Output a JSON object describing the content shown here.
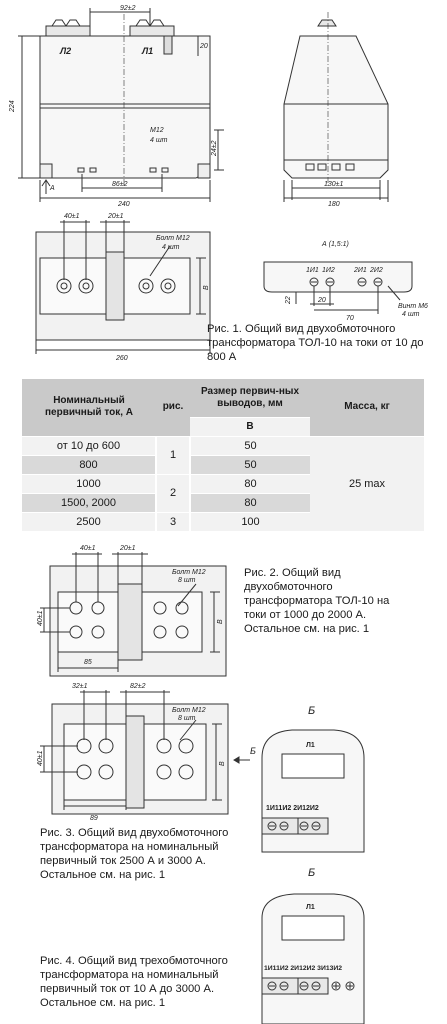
{
  "fig1": {
    "dim_top": "92±2",
    "label_l2": "Л2",
    "label_l1": "Л1",
    "dim_20": "20",
    "dim_height": "224",
    "dim_m12": "М12",
    "dim_4sht": "4 шт",
    "dim_24": "24±2",
    "view_a": "А",
    "dim_86": "86±2",
    "dim_240": "240",
    "dim_130": "130±1",
    "dim_180": "180",
    "dim_40": "40±1",
    "dim_20b": "20±1",
    "bolt": "Болт М12",
    "bolt_qty": "4 шт",
    "dim_b": "В",
    "dim_260": "260",
    "view_title": "А (1,5:1)",
    "terms": [
      "1И1",
      "1И2",
      "2И1",
      "2И2"
    ],
    "dim_22": "22",
    "dim_20c": "20",
    "dim_70": "70",
    "screw": "Винт М6",
    "screw_qty": "4 шт",
    "caption": "Рис. 1. Общий вид двухобмоточного трансформатора ТОЛ-10 на токи от 10 до 800 А"
  },
  "table": {
    "h_current": "Номинальный первичный ток, А",
    "h_fig": "рис.",
    "h_size": "Размер первич-ных выводов, мм",
    "h_b": "В",
    "h_mass": "Масса, кг",
    "rows": [
      {
        "current": "от 10 до 600",
        "b": "50"
      },
      {
        "current": "800",
        "b": "50"
      },
      {
        "current": "1000",
        "b": "80"
      },
      {
        "current": "1500, 2000",
        "b": "80"
      },
      {
        "current": "2500",
        "b": "100"
      }
    ],
    "fig_nums": [
      "1",
      "2",
      "3"
    ],
    "mass": "25 max"
  },
  "fig2": {
    "dim_40": "40±1",
    "dim_20": "20±1",
    "bolt": "Болт М12",
    "bolt_qty": "8 шт",
    "dim_40v": "40±1",
    "dim_85": "85",
    "dim_b": "В",
    "caption": "Рис. 2. Общий вид двухобмоточного трансформатора ТОЛ-10 на токи от 1000 до 2000 А. Остальное см. на рис. 1"
  },
  "fig3": {
    "dim_32": "32±1",
    "dim_82": "82±2",
    "bolt": "Болт М12",
    "bolt_qty": "8 шт",
    "dim_40v": "40±1",
    "dim_89": "89",
    "dim_b": "В",
    "view_b": "Б",
    "caption": "Рис. 3. Общий вид двухобмоточного трансформатора на номинальный первичный ток 2500 А и 3000 А. Остальное см. на рис. 1"
  },
  "panel1": {
    "view": "Б",
    "title": "Л1",
    "terms": "1И11И2 2И12И2"
  },
  "panel2": {
    "view": "Б",
    "title": "Л1",
    "terms": "1И11И2 2И12И2 3И13И2"
  },
  "fig4": {
    "caption": "Рис. 4. Общий вид трехобмоточного трансформатора на номинальный первичный ток от 10 А до 3000 А. Остальное см. на рис. 1"
  }
}
